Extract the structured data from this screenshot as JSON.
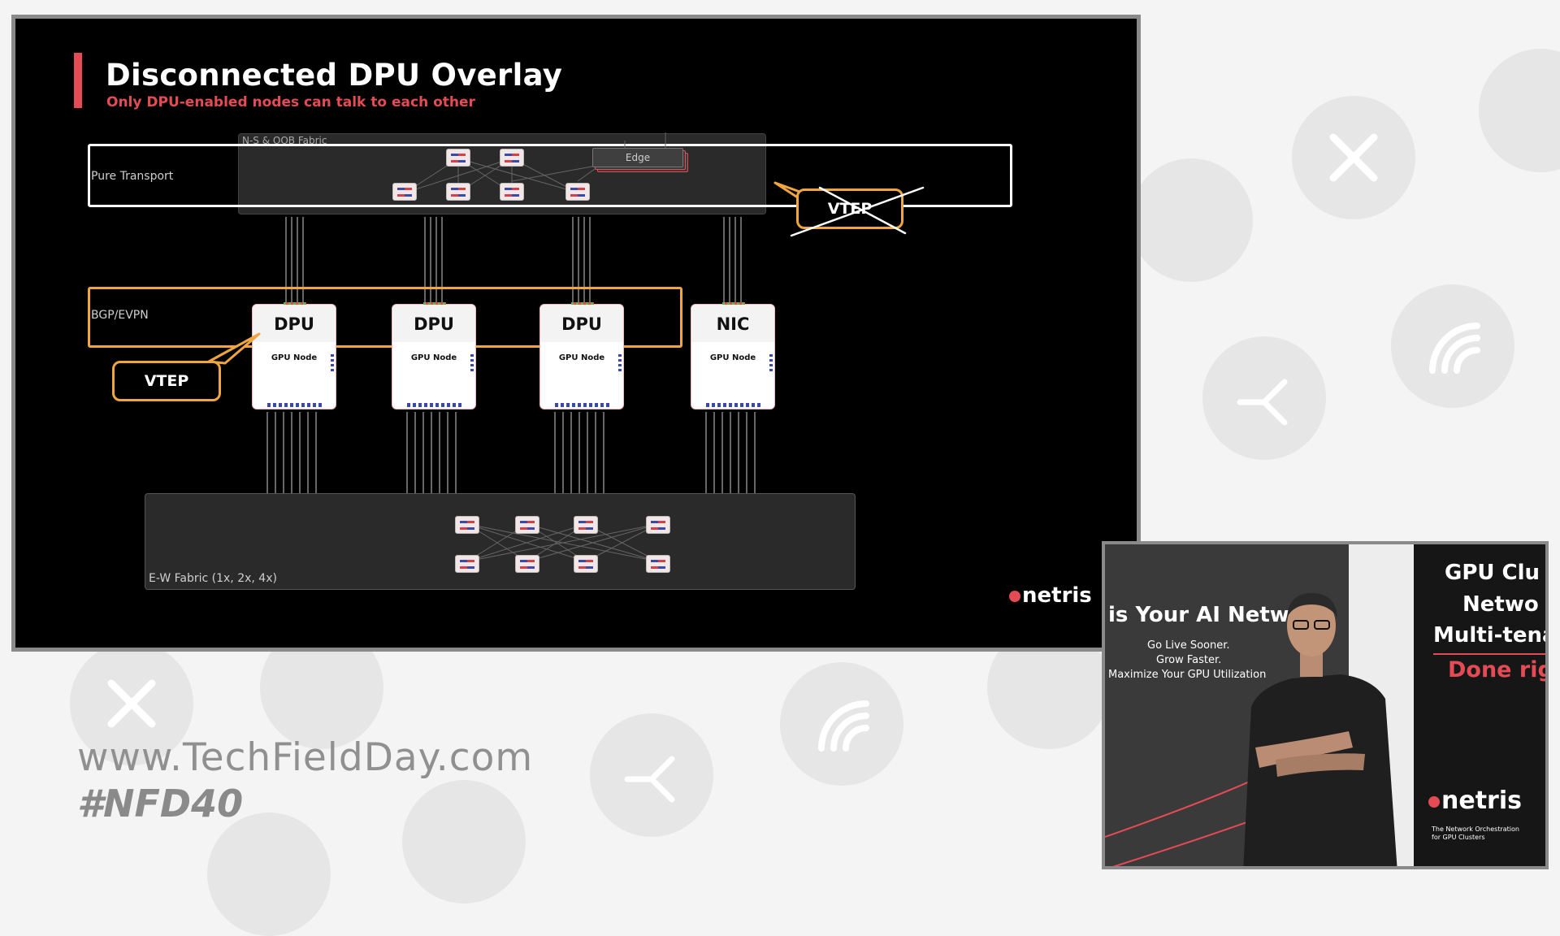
{
  "slide": {
    "title": "Disconnected DPU Overlay",
    "subtitle": "Only DPU-enabled nodes can talk to each other",
    "fabric_label": "N-S & OOB Fabric",
    "edge_label": "Edge",
    "pure_transport_label": "Pure Transport",
    "vtep_crossed_label": "VTEP",
    "bgp_label": "BGP/EVPN",
    "vtep_label": "VTEP",
    "ew_fabric_label": "E-W Fabric (1x, 2x, 4x)",
    "logo_text": "netris",
    "nodes": [
      {
        "type": "DPU",
        "sub": "GPU Node"
      },
      {
        "type": "DPU",
        "sub": "GPU Node"
      },
      {
        "type": "DPU",
        "sub": "GPU Node"
      },
      {
        "type": "NIC",
        "sub": "GPU Node"
      }
    ],
    "colors": {
      "accent": "#e34b55",
      "vtep": "#f0a640",
      "bgp_box": "#f0a640"
    }
  },
  "camera": {
    "banner_left": "is Your AI Netwo",
    "banner_line1": "Go Live Sooner.",
    "banner_line2": "Grow Faster.",
    "banner_line3": "Maximize Your GPU Utilization",
    "banner_right1": "GPU Clu",
    "banner_right2": "Netwo",
    "banner_right3": "Multi-tena",
    "banner_right4": "Done rig",
    "banner_logo": "netris",
    "banner_tag1": "The Network Orchestration",
    "banner_tag2": "for GPU Clusters"
  },
  "footer": {
    "url": "www.TechFieldDay.com",
    "hashtag": "#NFD40"
  }
}
